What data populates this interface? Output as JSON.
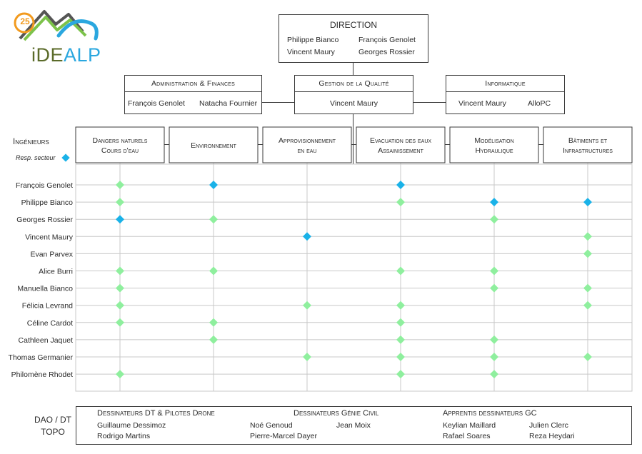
{
  "logo": {
    "anniversary": "25",
    "brand_prefix": "iDE",
    "brand_suffix": "ALP"
  },
  "colors": {
    "resp": "#1ab2e8",
    "member": "#8fef9e",
    "border": "#3a3a3a"
  },
  "direction": {
    "title": "DIRECTION",
    "members": [
      "Philippe Bianco",
      "François Genolet",
      "Vincent Maury",
      "Georges Rossier"
    ]
  },
  "admin": {
    "title": "Administration & Finances",
    "members": [
      "François Genolet",
      "Natacha Fournier"
    ]
  },
  "quality": {
    "title": "Gestion de la Qualité",
    "members": [
      "Vincent Maury"
    ]
  },
  "it": {
    "title": "Informatique",
    "members": [
      "Vincent Maury",
      "AlloPC"
    ]
  },
  "legend": {
    "engineers": "Ingénieurs",
    "resp": "Resp. secteur"
  },
  "sectors": [
    [
      "Dangers naturels",
      "Cours d'eau"
    ],
    [
      "Environnement"
    ],
    [
      "Approvisionnement",
      "en eau"
    ],
    [
      "Evacuation des eaux",
      "Assainissement"
    ],
    [
      "Modélisation",
      "Hydraulique"
    ],
    [
      "Bâtiments et",
      "Infrastructures"
    ]
  ],
  "engineers": [
    {
      "name": "François Genolet",
      "cells": [
        1,
        2,
        0,
        2,
        0,
        0
      ]
    },
    {
      "name": "Philippe Bianco",
      "cells": [
        1,
        0,
        0,
        1,
        2,
        2
      ]
    },
    {
      "name": "Georges Rossier",
      "cells": [
        2,
        1,
        0,
        0,
        1,
        0
      ]
    },
    {
      "name": "Vincent Maury",
      "cells": [
        0,
        0,
        2,
        0,
        0,
        1
      ]
    },
    {
      "name": "Evan Parvex",
      "cells": [
        0,
        0,
        0,
        0,
        0,
        1
      ]
    },
    {
      "name": "Alice Burri",
      "cells": [
        1,
        1,
        0,
        1,
        1,
        0
      ]
    },
    {
      "name": "Manuella Bianco",
      "cells": [
        1,
        0,
        0,
        0,
        1,
        1
      ]
    },
    {
      "name": "Félicia Levrand",
      "cells": [
        1,
        0,
        1,
        1,
        0,
        1
      ]
    },
    {
      "name": "Céline Cardot",
      "cells": [
        1,
        1,
        0,
        1,
        0,
        0
      ]
    },
    {
      "name": "Cathleen Jaquet",
      "cells": [
        0,
        1,
        0,
        1,
        1,
        0
      ]
    },
    {
      "name": "Thomas Germanier",
      "cells": [
        0,
        0,
        1,
        1,
        1,
        1
      ]
    },
    {
      "name": "Philomène Rhodet",
      "cells": [
        1,
        0,
        0,
        1,
        1,
        0
      ]
    }
  ],
  "dao": {
    "label_lines": [
      "DAO / DT",
      "TOPO"
    ],
    "groups": [
      {
        "title": "Dessinateurs DT & Pilotes Drone",
        "members": [
          "Guillaume Dessimoz",
          "Rodrigo Martins"
        ]
      },
      {
        "title": "Dessinateurs Génie Civil",
        "members": [
          "Noé Genoud",
          "Jean Moix",
          "Pierre-Marcel Dayer"
        ]
      },
      {
        "title": "Apprentis dessinateurs GC",
        "members": [
          "Keylian Maillard",
          "Julien Clerc",
          "Rafael Soares",
          "Reza Heydari"
        ]
      }
    ]
  }
}
